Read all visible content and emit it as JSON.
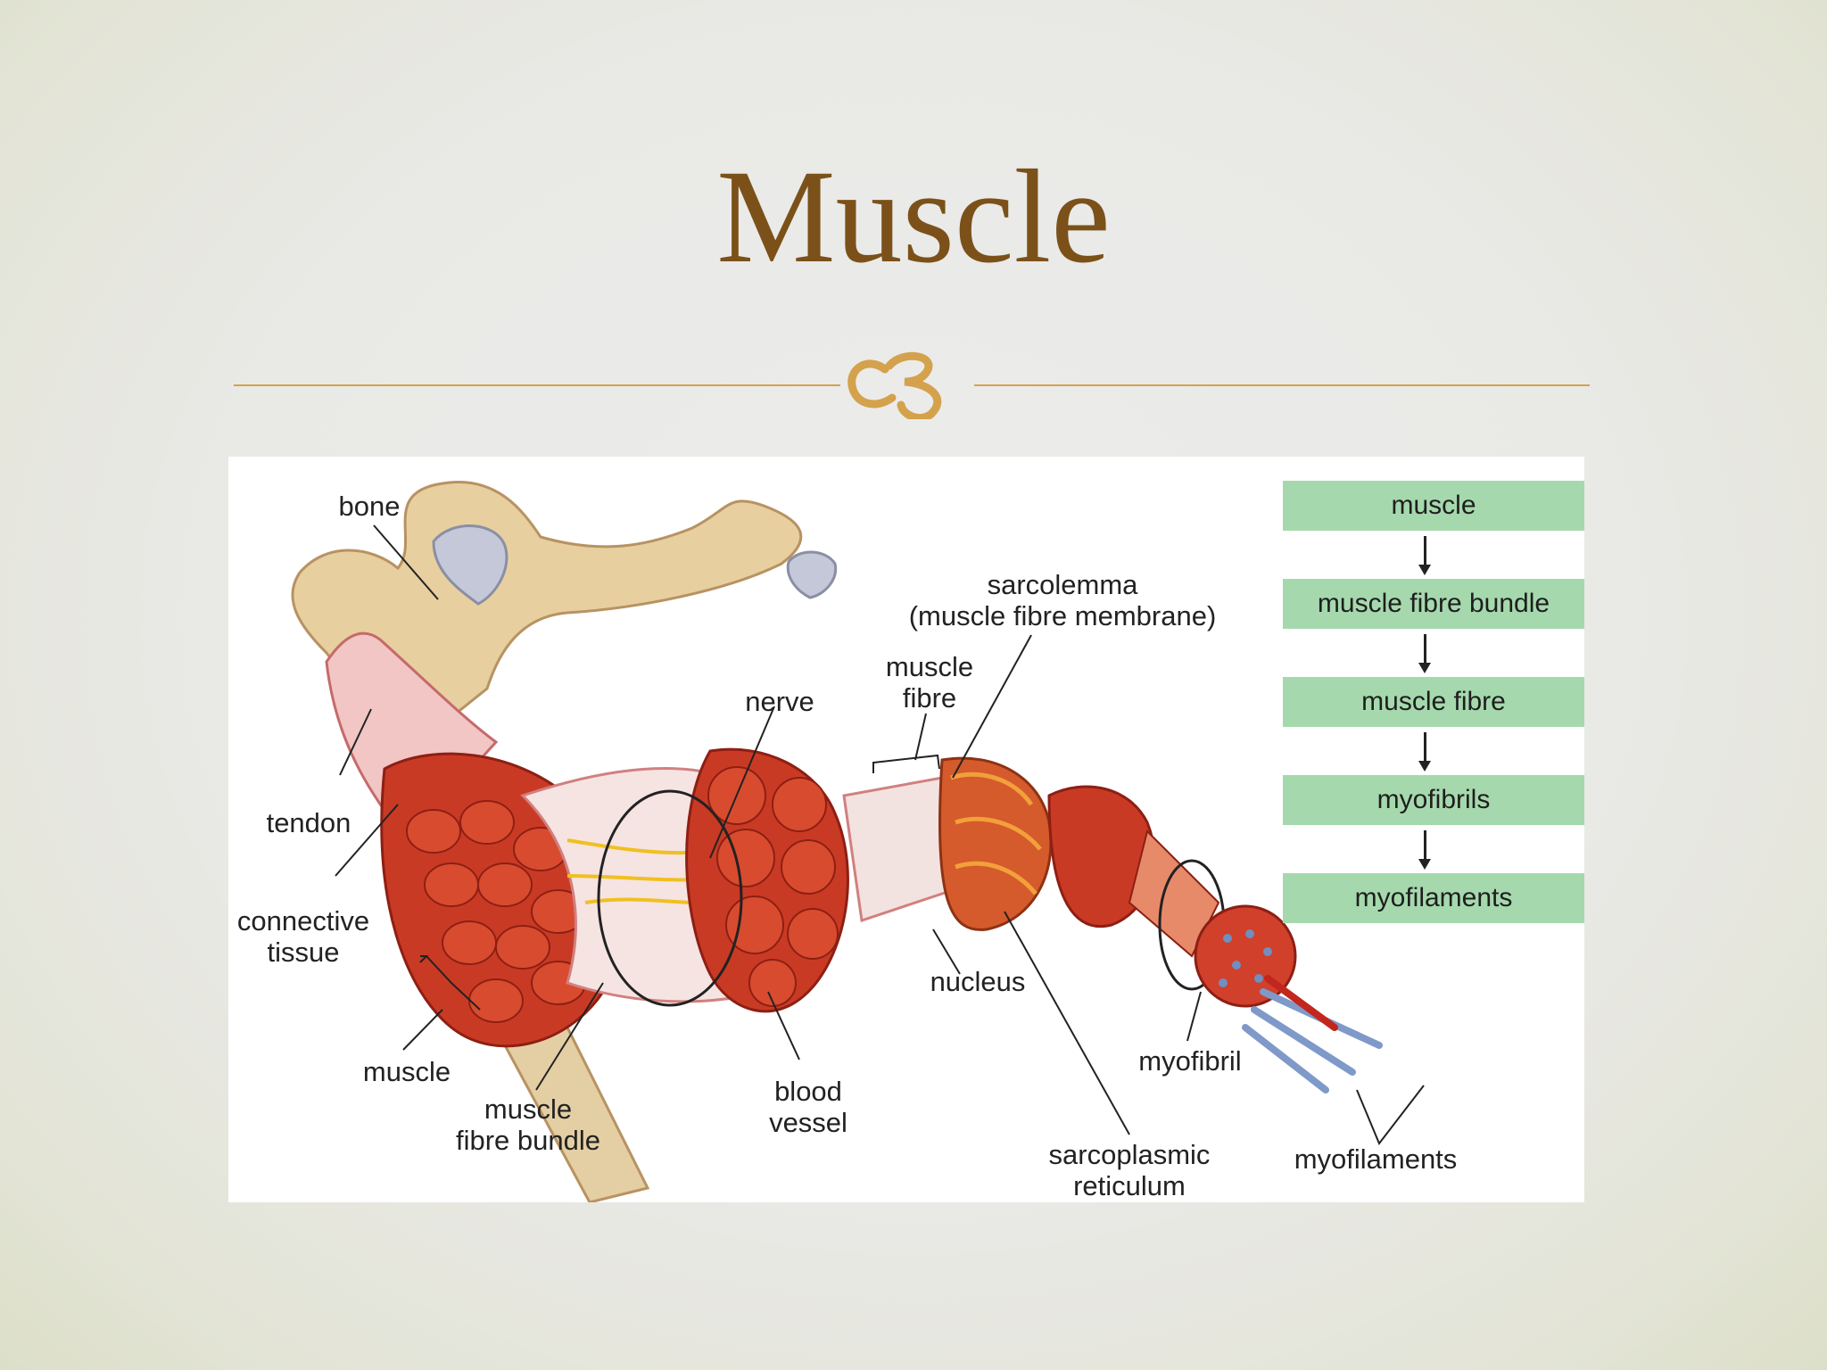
{
  "slide": {
    "title": "Muscle",
    "ornament_glyph": "ര",
    "accent_color": "#d4a24c",
    "title_color": "#7b5119"
  },
  "diagram_labels": {
    "bone": "bone",
    "tendon": "tendon",
    "connective_1": "connective",
    "connective_2": "tissue",
    "muscle": "muscle",
    "bundle_1": "muscle",
    "bundle_2": "fibre bundle",
    "nerve": "nerve",
    "blood_1": "blood",
    "blood_2": "vessel",
    "fibre_1": "muscle",
    "fibre_2": "fibre",
    "sarcolemma_1": "sarcolemma",
    "sarcolemma_2": "(muscle fibre membrane)",
    "nucleus": "nucleus",
    "sr_1": "sarcoplasmic",
    "sr_2": "reticulum",
    "myofibril": "myofibril",
    "myofilaments": "myofilaments"
  },
  "hierarchy": [
    "muscle",
    "muscle fibre bundle",
    "muscle fibre",
    "myofibrils",
    "myofilaments"
  ]
}
